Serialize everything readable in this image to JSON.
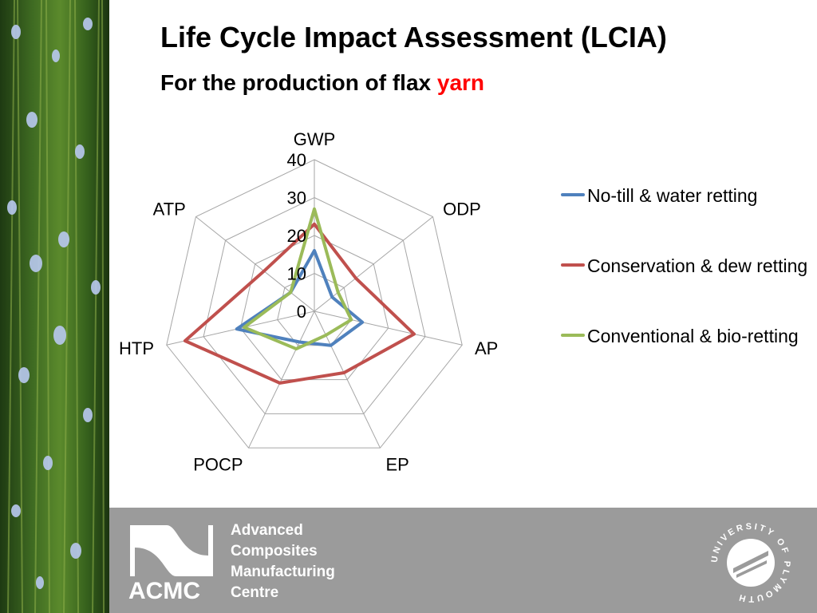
{
  "header": {
    "title": "Life Cycle Impact Assessment (LCIA)",
    "subtitle_prefix": "For the production of flax ",
    "subtitle_accent": "yarn",
    "accent_color": "#ff0000"
  },
  "chart_data": {
    "type": "radar",
    "axes": [
      "GWP",
      "ODP",
      "AP",
      "EP",
      "POCP",
      "HTP",
      "ATP"
    ],
    "ticks": [
      0,
      10,
      20,
      30,
      40
    ],
    "rlim": [
      0,
      40
    ],
    "grid": true,
    "legend_position": "right",
    "series": [
      {
        "name": "No-till & water retting",
        "color": "#4f81bd",
        "values": [
          16,
          6,
          13,
          10,
          9,
          21,
          8
        ]
      },
      {
        "name": "Conservation & dew retting",
        "color": "#c0504d",
        "values": [
          23,
          14,
          27,
          18,
          21,
          35,
          17
        ]
      },
      {
        "name": "Conventional & bio-retting",
        "color": "#9bbb59",
        "values": [
          27,
          8,
          10,
          7,
          11,
          19,
          8
        ]
      }
    ]
  },
  "footer": {
    "org_short": "ACMC",
    "org_lines": [
      "Advanced",
      "Composites",
      "Manufacturing",
      "Centre"
    ],
    "university_logo_text": "UNIVERSITY OF PLYMOUTH"
  }
}
